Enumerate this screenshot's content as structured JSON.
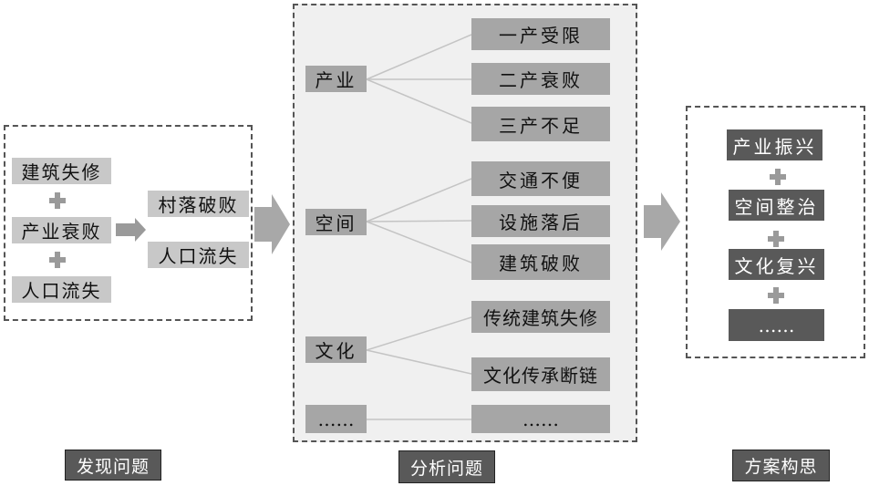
{
  "section1": {
    "causes": [
      "建筑失修",
      "产业衰败",
      "人口流失"
    ],
    "results": [
      "村落破败",
      "人口流失"
    ],
    "caption": "发现问题"
  },
  "section2": {
    "categories": [
      {
        "label": "产业",
        "items": [
          "一产受限",
          "二产衰败",
          "三产不足"
        ]
      },
      {
        "label": "空间",
        "items": [
          "交通不便",
          "设施落后",
          "建筑破败"
        ]
      },
      {
        "label": "文化",
        "items": [
          "传统建筑失修",
          "文化传承断链"
        ]
      },
      {
        "label": "……",
        "items": [
          "……"
        ]
      }
    ],
    "caption": "分析问题"
  },
  "section3": {
    "solutions": [
      "产业振兴",
      "空间整治",
      "文化复兴",
      "……"
    ],
    "caption": "方案构思"
  },
  "colors": {
    "light_box": "#c8c8c8",
    "mid_box": "#a6a6a6",
    "dark_box": "#595959",
    "panel_bg": "#f0f0f0",
    "arrow": "#a0a0a0"
  }
}
